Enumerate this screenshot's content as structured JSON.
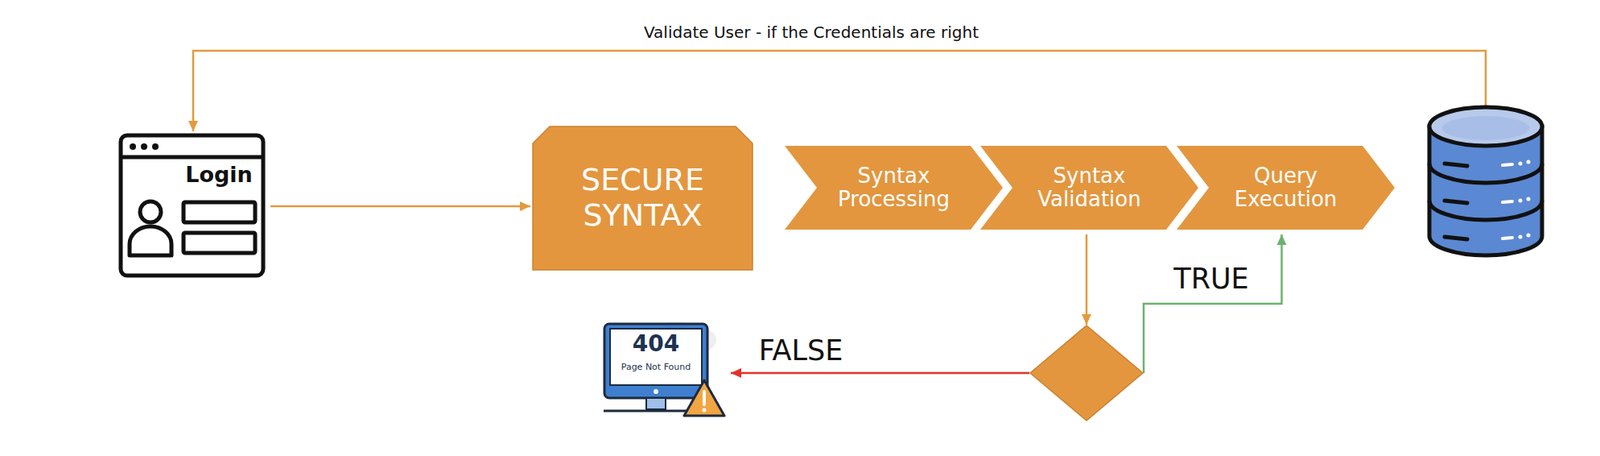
{
  "diagram": {
    "nodes": [
      {
        "text": [
          "Login"
        ]
      },
      {
        "text": [
          "SECURE SYNTAX"
        ]
      },
      {
        "text": [
          "Syntax Processing"
        ]
      },
      {
        "text": [
          "Syntax Validation"
        ]
      },
      {
        "text": [
          "Query Execution"
        ]
      },
      {
        "text": []
      },
      {
        "text": [
          "404",
          "Page Not Found"
        ]
      },
      {
        "text": []
      }
    ],
    "edges": [
      {
        "from": 0,
        "to": 1,
        "arrow": "to"
      },
      {
        "from": 3,
        "to": 5,
        "arrow": "to"
      },
      {
        "from": 5,
        "to": 6,
        "label": "FALSE",
        "arrow": "to"
      },
      {
        "from": 5,
        "to": 4,
        "label": "TRUE",
        "arrow": "to"
      },
      {
        "from": 7,
        "to": 0,
        "label": "Validate User - if the Credentials are right",
        "arrow": "to"
      }
    ]
  }
}
